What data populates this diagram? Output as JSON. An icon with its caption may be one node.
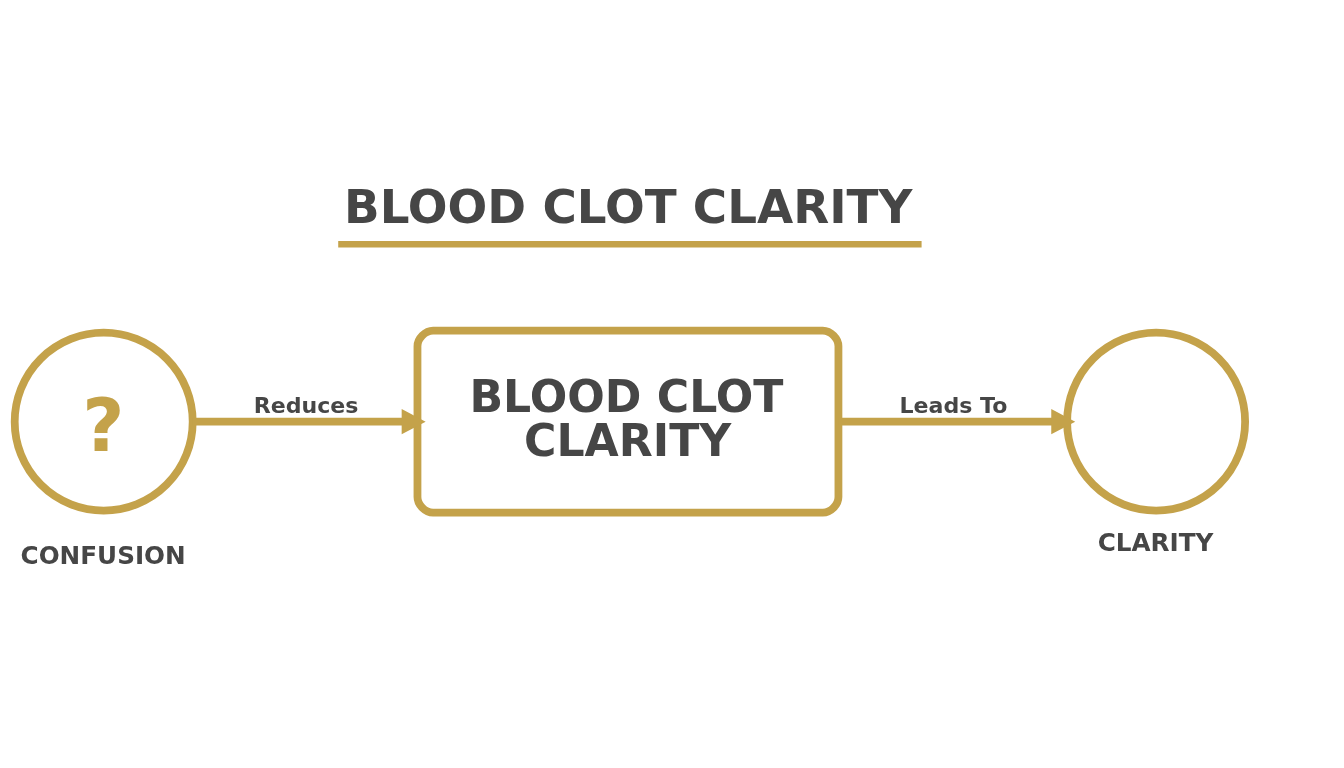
{
  "diagram": {
    "title": "BLOOD CLOT CLARITY",
    "nodes": [
      {
        "text": [
          "?"
        ],
        "beside": [
          "CONFUSION"
        ]
      },
      {
        "text": [
          "BLOOD CLOT CLARITY"
        ]
      },
      {
        "text": [],
        "shape": "circle",
        "beside": [
          "CLARITY"
        ]
      }
    ],
    "edges": [
      {
        "from": 0,
        "to": 1,
        "arrow": "to",
        "label": "Reduces"
      },
      {
        "from": 1,
        "to": 2,
        "arrow": "to",
        "label": "Leads To"
      }
    ]
  }
}
